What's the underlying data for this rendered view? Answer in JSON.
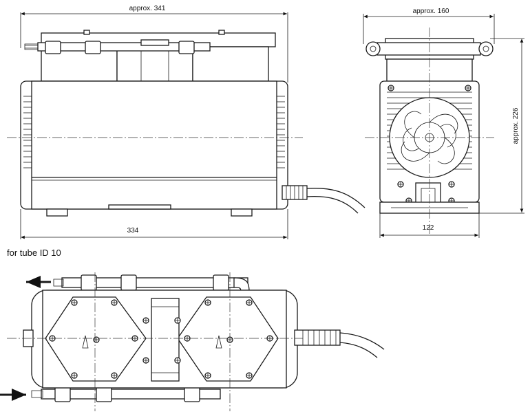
{
  "dimensions": {
    "front_width_approx": "approx. 341",
    "front_width_base": "334",
    "side_width_approx": "approx. 160",
    "side_width_base": "122",
    "side_height_approx": "approx. 226"
  },
  "annotations": {
    "tube_note": "for tube ID 10"
  }
}
